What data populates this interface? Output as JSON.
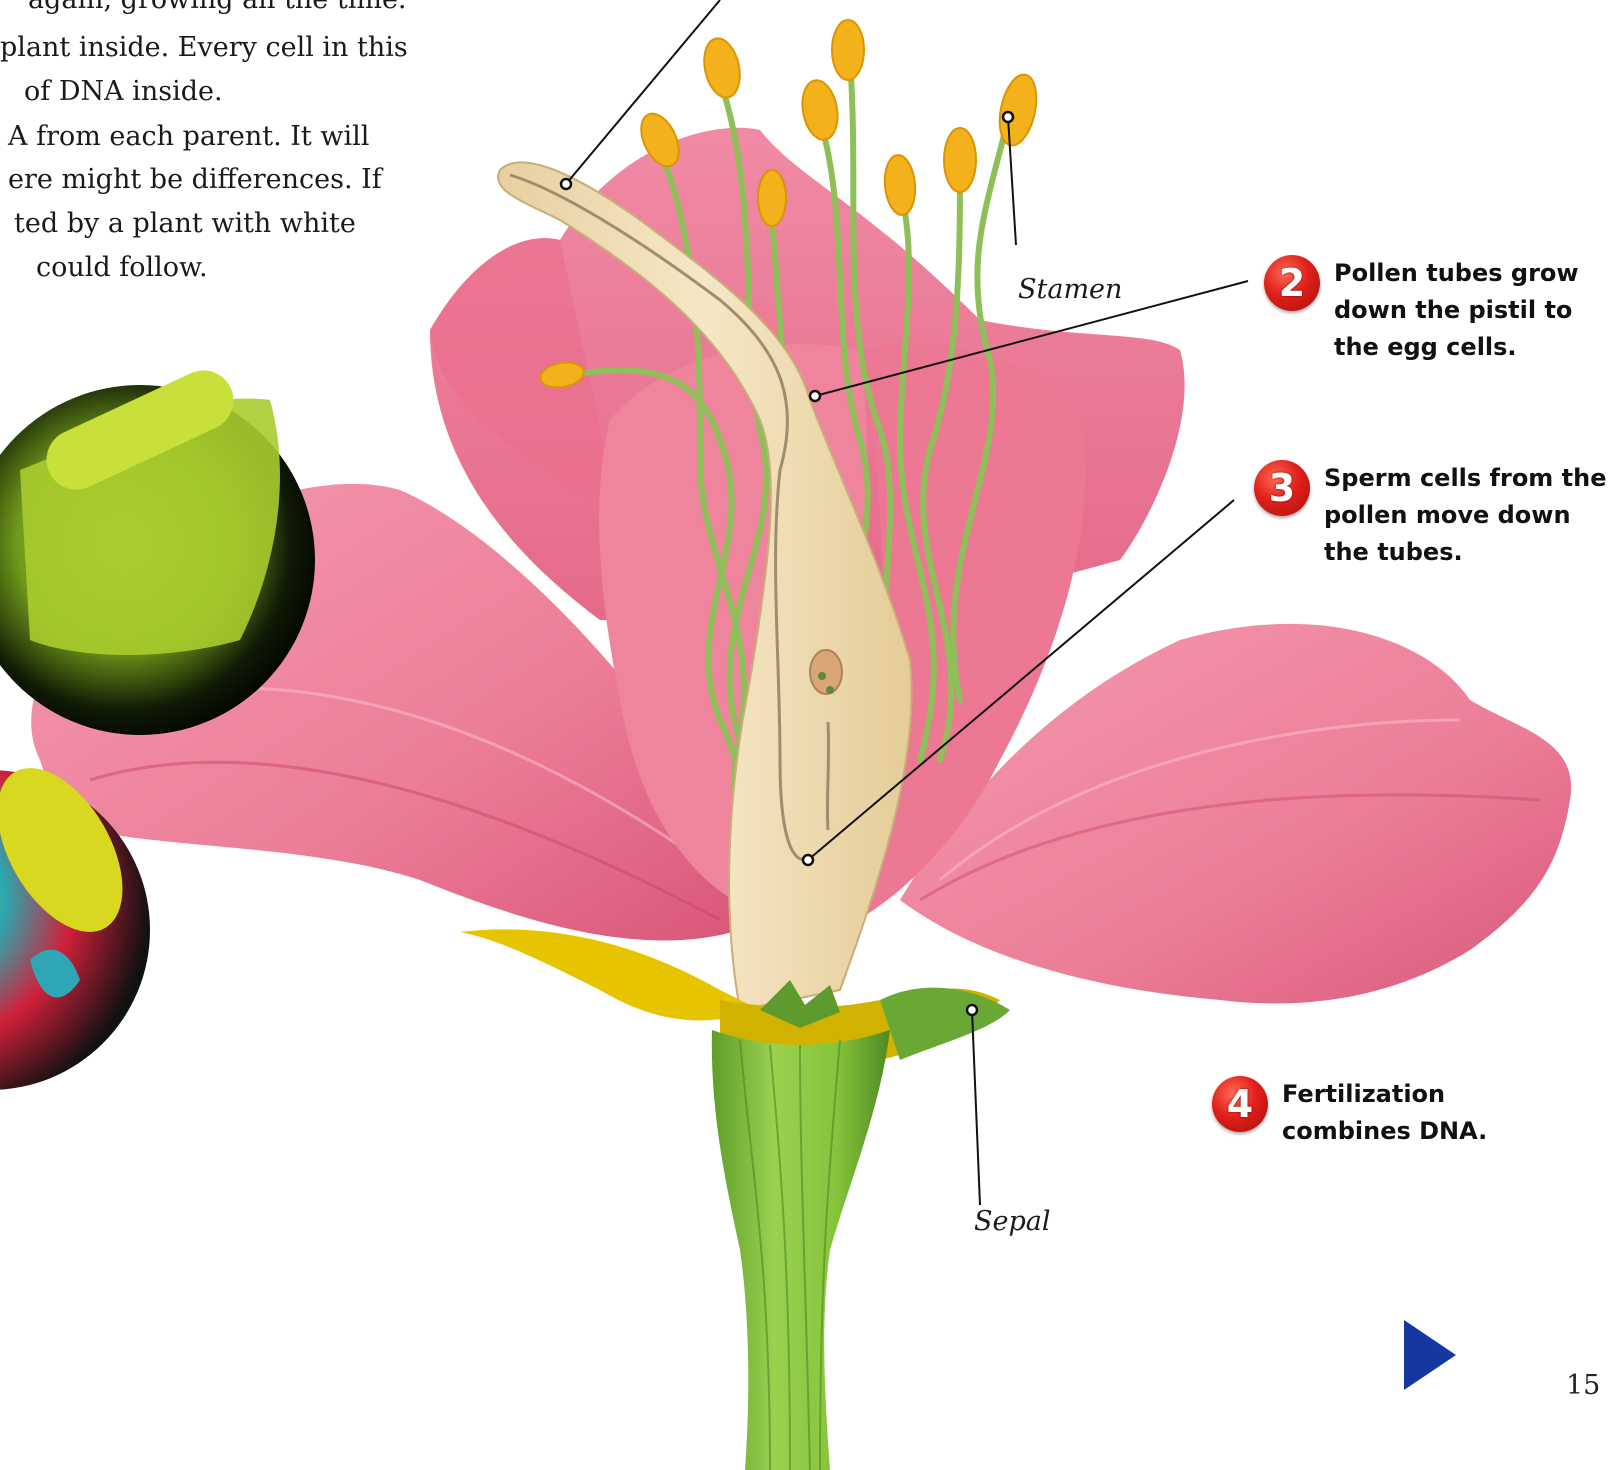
{
  "body_text": [
    "again, growing all the time.",
    "plant inside. Every cell in this",
    "of DNA inside.",
    "A from each parent. It will",
    "ere might be differences. If",
    "ted by a plant with white",
    "could follow."
  ],
  "labels": {
    "stamen": "Stamen",
    "sepal": "Sepal"
  },
  "steps": [
    {
      "number": "2",
      "lines": [
        "Pollen tubes grow",
        "down the pistil to",
        "the egg cells."
      ]
    },
    {
      "number": "3",
      "lines": [
        "Sperm cells from the",
        "pollen move down",
        "the tubes."
      ]
    },
    {
      "number": "4",
      "lines": [
        "Fertilization",
        "combines DNA."
      ]
    }
  ],
  "page_number": "15",
  "colors": {
    "petal": "#ee7f98",
    "petal_dark": "#d84c70",
    "pistil": "#f1dfb6",
    "filament": "#8fbf58",
    "anther": "#f3b21c",
    "stem": "#7cc23d",
    "sepal": "#e7c400",
    "badge": "#e0201a",
    "next_arrow": "#1437a0"
  },
  "icons": {
    "next": "play-triangle-icon"
  }
}
